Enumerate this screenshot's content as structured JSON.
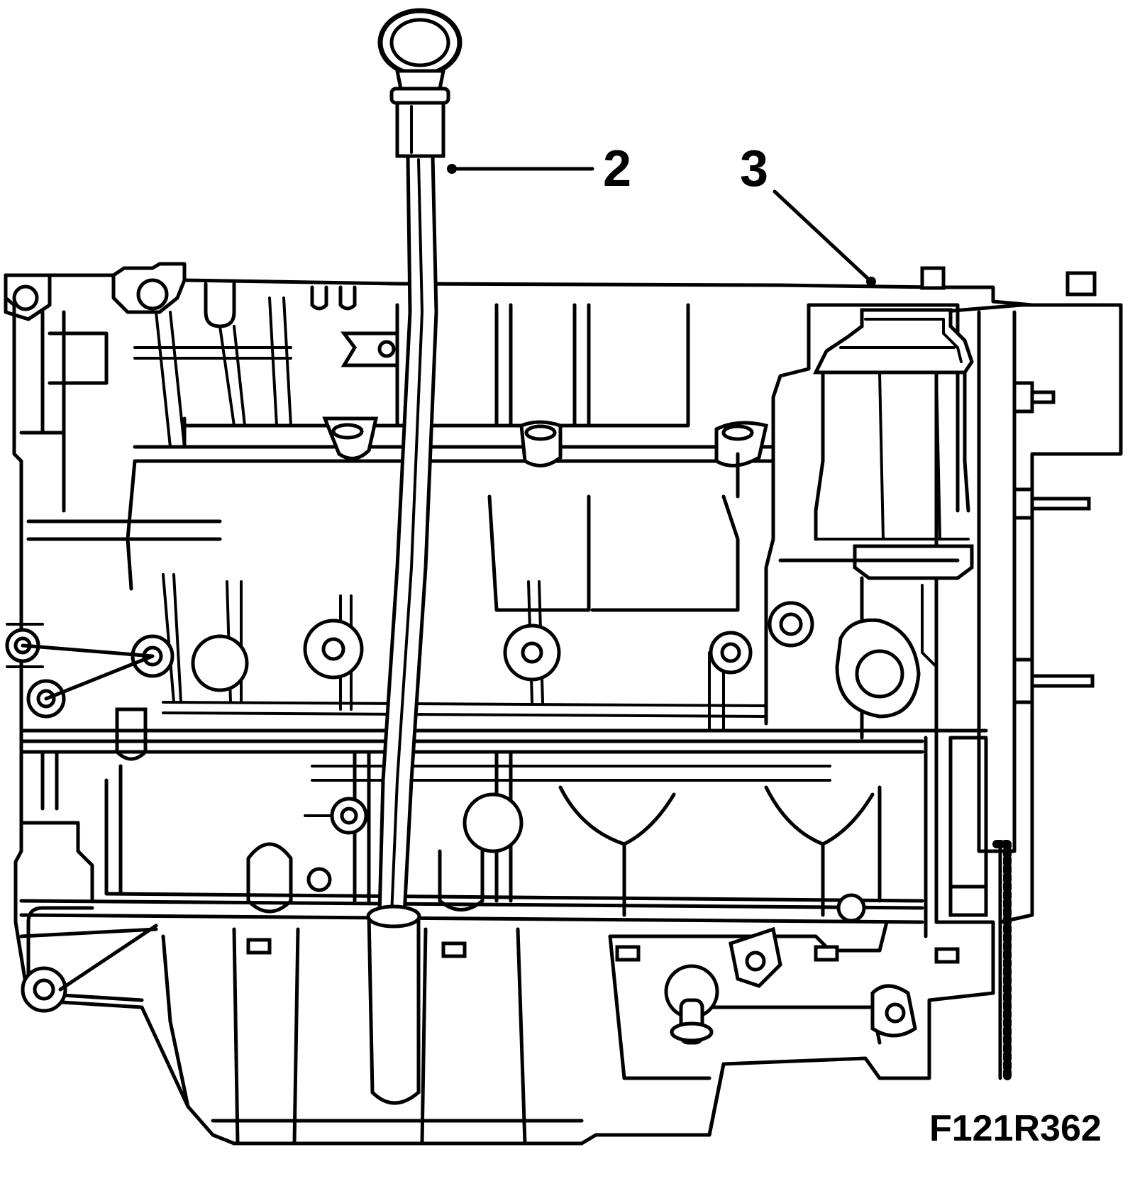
{
  "callouts": [
    {
      "number": "2",
      "part": "dipstick-guide-tube"
    },
    {
      "number": "3",
      "part": "oil-filter-housing"
    }
  ],
  "figure_code": "F121R362",
  "colors": {
    "line": "#000000",
    "background": "#ffffff"
  }
}
